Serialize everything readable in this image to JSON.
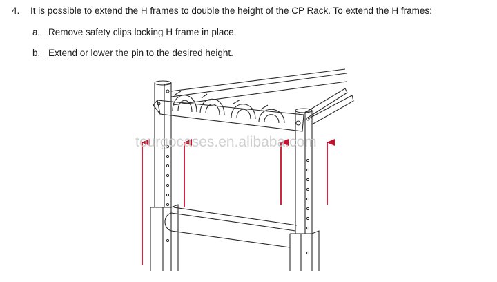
{
  "instructions": {
    "step_number": "4.",
    "step_text": "It is possible to extend the H frames to double the height of the CP Rack. To extend the H frames:",
    "sub_steps": [
      {
        "letter": "a.",
        "text": "Remove safety clips locking H frame in place."
      },
      {
        "letter": "b.",
        "text": "Extend or lower the pin to the desired height."
      }
    ]
  },
  "figure": {
    "watermark": "tourgocases.en.alibaba.com",
    "arrow_color": "#c8102e",
    "line_color": "#2a2a2a"
  }
}
